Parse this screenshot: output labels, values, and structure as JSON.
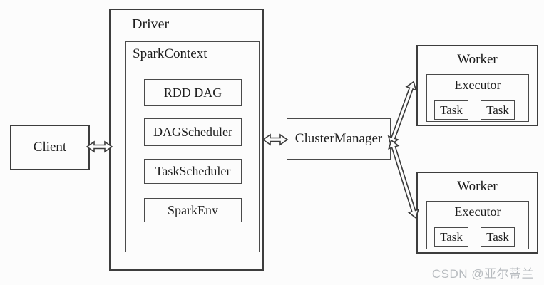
{
  "diagram": {
    "client": {
      "label": "Client"
    },
    "driver": {
      "label": "Driver",
      "spark_context": {
        "label": "SparkContext",
        "components": [
          "RDD DAG",
          "DAGScheduler",
          "TaskScheduler",
          "SparkEnv"
        ]
      }
    },
    "cluster_manager": {
      "label": "ClusterManager"
    },
    "workers": [
      {
        "label": "Worker",
        "executor": {
          "label": "Executor",
          "tasks": [
            "Task",
            "Task"
          ]
        }
      },
      {
        "label": "Worker",
        "executor": {
          "label": "Executor",
          "tasks": [
            "Task",
            "Task"
          ]
        }
      }
    ],
    "connections": [
      "Client <-> Driver",
      "Driver <-> ClusterManager",
      "ClusterManager <-> Worker (top)",
      "ClusterManager <-> Worker (bottom)"
    ],
    "colors": {
      "border": "#3d3d3d",
      "text": "#1d1d1d",
      "background": "#fcfcfc",
      "watermark": "#b7bbbf"
    }
  },
  "watermark": {
    "text": "CSDN @亚尔蒂兰"
  }
}
